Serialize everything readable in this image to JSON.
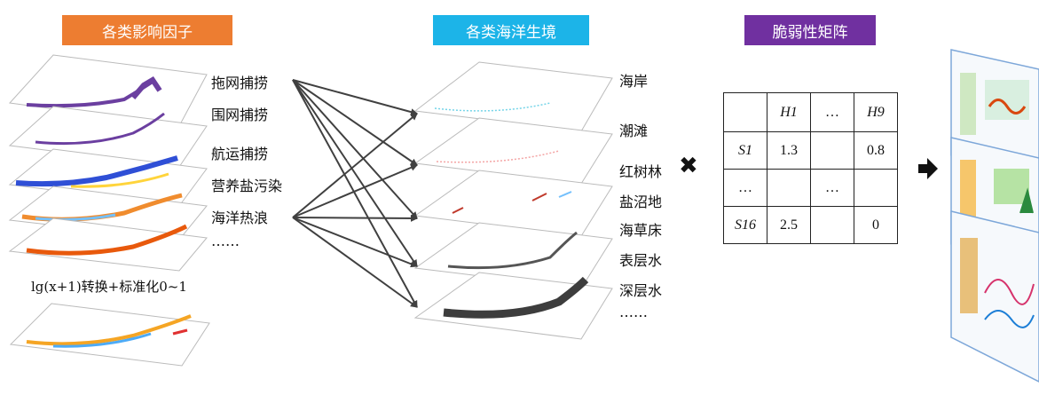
{
  "headers": {
    "factors": "各类影响因子",
    "habitats": "各类海洋生境",
    "matrix": "脆弱性矩阵"
  },
  "colors": {
    "factors_header": "#ED7D31",
    "habitats_header": "#1CB4E8",
    "matrix_header": "#7030A0",
    "arrow": "#404040"
  },
  "factors": [
    "拖网捕捞",
    "围网捕捞",
    "航运捕捞",
    "营养盐污染",
    "海洋热浪",
    "……"
  ],
  "transform_label": "lg(x+1)转换+标准化0~1",
  "habitats": [
    "海岸",
    "潮滩",
    "红树林",
    "盐沼地",
    "海草床",
    "表层水",
    "深层水",
    "……"
  ],
  "matrix": {
    "rows": [
      [
        "",
        "H1",
        "…",
        "H9"
      ],
      [
        "S1",
        "1.3",
        "",
        "0.8"
      ],
      [
        "…",
        "",
        "…",
        ""
      ],
      [
        "S16",
        "2.5",
        "",
        "0"
      ]
    ]
  },
  "operator_symbol": "✖",
  "arrow_icon": "right-arrow-icon"
}
